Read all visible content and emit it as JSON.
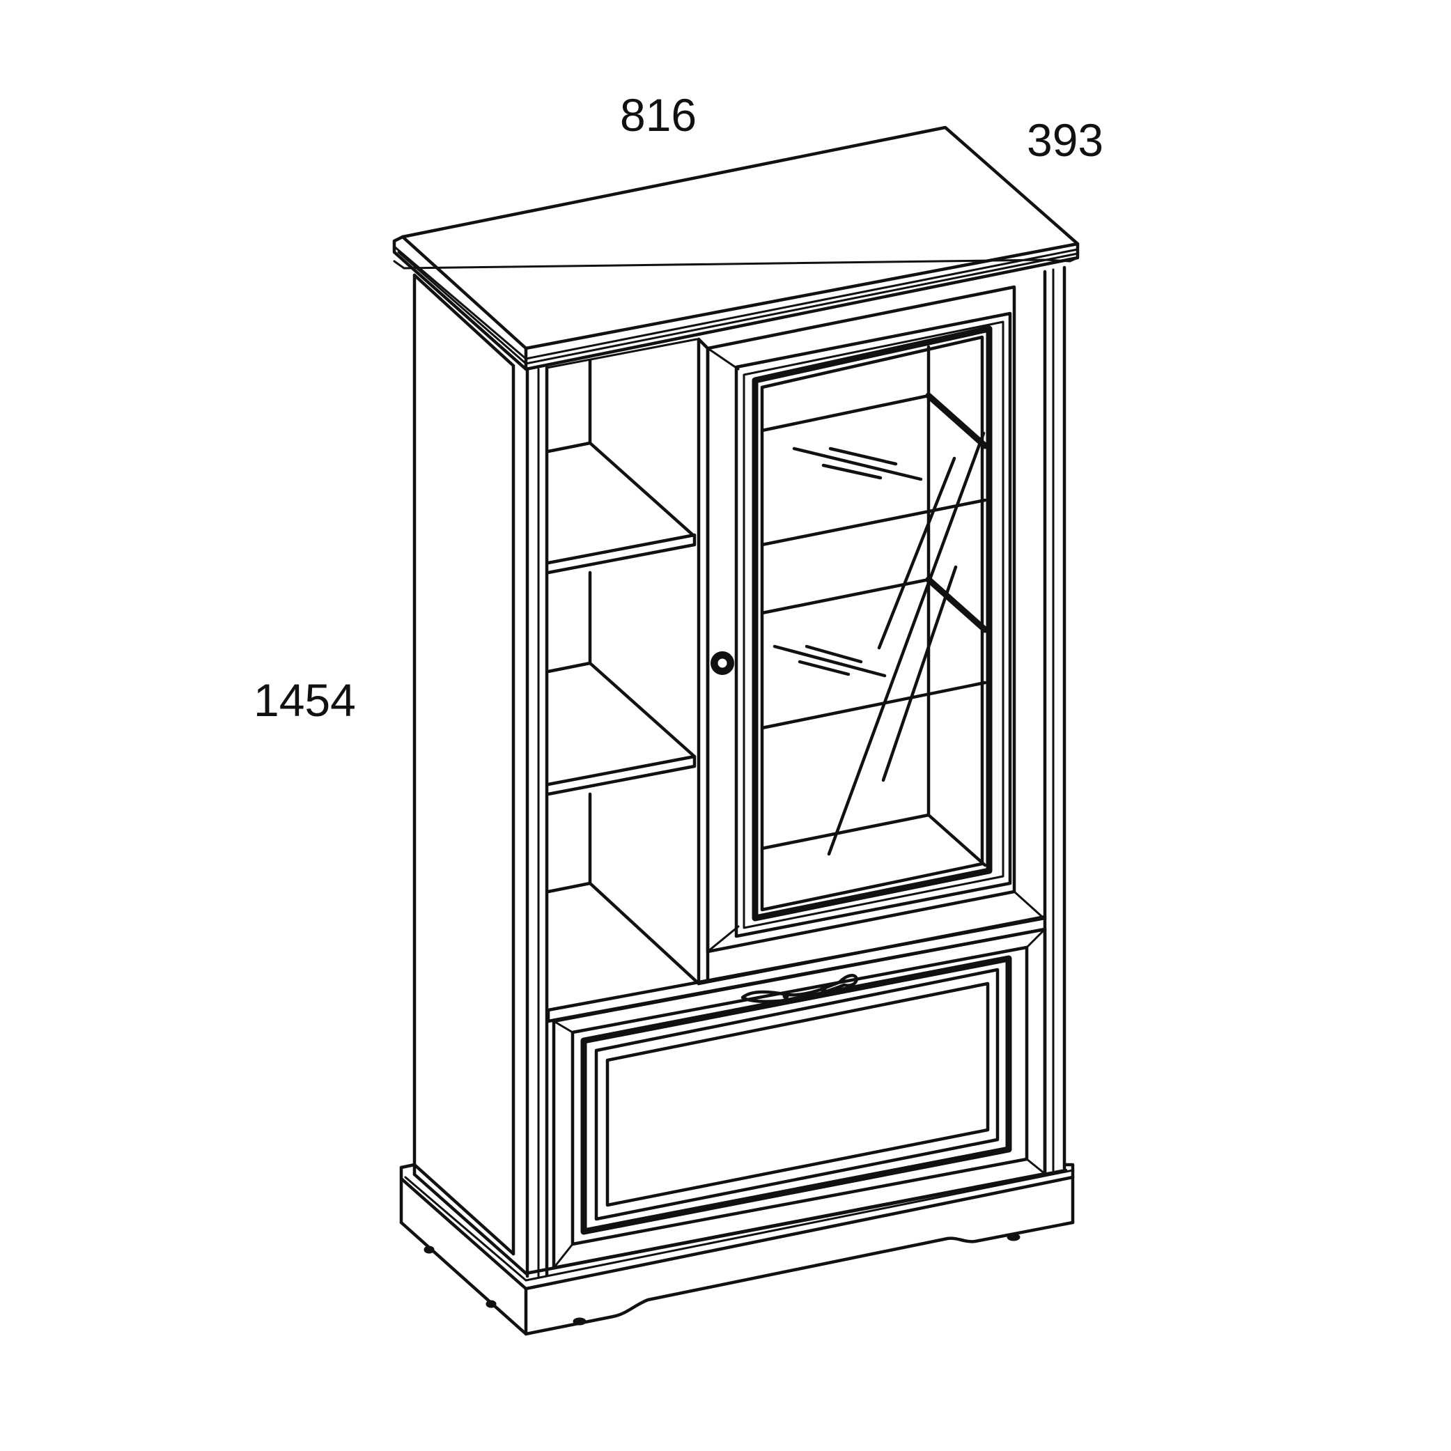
{
  "dimensions": {
    "width": "816",
    "depth": "393",
    "height": "1454"
  },
  "colors": {
    "line": "#111111",
    "background": "#ffffff"
  }
}
